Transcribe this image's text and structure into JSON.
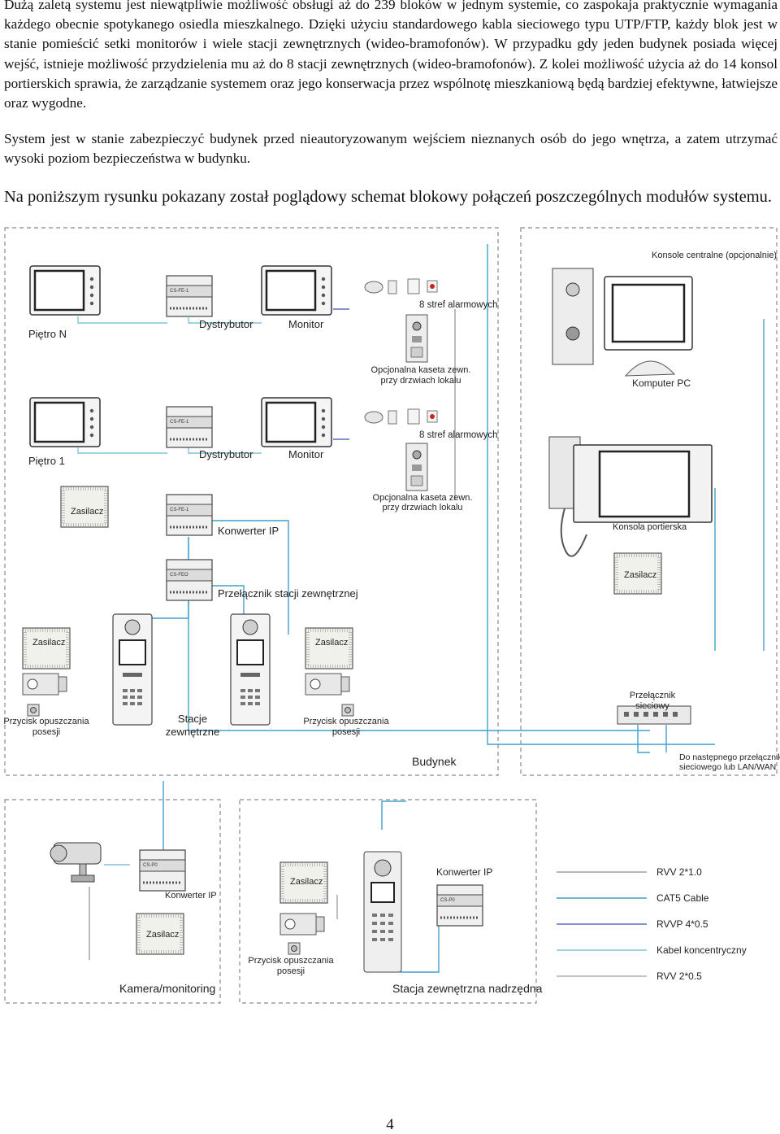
{
  "text": {
    "p1": "Dużą zaletą systemu jest niewątpliwie możliwość obsługi aż do 239 bloków w jednym systemie, co zaspokaja praktycznie wymagania każdego obecnie spotykanego osiedla mieszkalnego. Dzięki użyciu standardowego kabla sieciowego typu UTP/FTP, każdy blok jest w stanie pomieścić setki monitorów i wiele stacji zewnętrznych (wideo-bramofonów). W przypadku gdy jeden budynek posiada więcej wejść, istnieje możliwość przydzielenia mu aż do 8 stacji zewnętrznych (wideo-bramofonów). Z kolei możliwość użycia aż do 14 konsol portierskich sprawia, że zarządzanie systemem oraz jego konserwacja przez wspólnotę mieszkaniową będą bardziej efektywne, łatwiejsze oraz wygodne.",
    "p2": "System jest w stanie zabezpieczyć budynek przed nieautoryzowanym wejściem nieznanych osób do jego wnętrza, a zatem utrzymać wysoki poziom bezpieczeństwa w budynku.",
    "p3": "Na poniższym rysunku pokazany został poglądowy schemat blokowy połączeń poszczególnych modułów systemu."
  },
  "diagram": {
    "floor_n": "Piętro N",
    "floor_1": "Piętro 1",
    "distributor_n": "Dystrybutor",
    "monitor_n": "Monitor",
    "distributor_1": "Dystrybutor",
    "monitor_1": "Monitor",
    "alarm_zones_n": "8 stref alarmowych",
    "alarm_zones_1": "8 stref alarmowych",
    "door_station_n_line1": "Opcjonalna kaseta zewn.",
    "door_station_n_line2": "przy drzwiach lokalu",
    "door_station_1_line1": "Opcjonalna kaseta zewn.",
    "door_station_1_line2": "przy drzwiach lokalu",
    "central_consoles": "Konsole centralne (opcjonalnie)",
    "pc": "Komputer PC",
    "guard_console": "Konsola portierska",
    "psu": "Zasilacz",
    "ip_converter": "Konwerter IP",
    "station_switch": "Przełącznik stacji zewnętrznej",
    "outdoor_stations_line1": "Stacje",
    "outdoor_stations_line2": "zewnętrzne",
    "exit_button_line1": "Przycisk opuszczania",
    "exit_button_line2": "posesji",
    "network_switch_line1": "Przełącznik",
    "network_switch_line2": "sieciowy",
    "building": "Budynek",
    "next_switch_line1": "Do następnego przełącznika",
    "next_switch_line2": "sieciowego lub LAN/WAN",
    "ip_converter_camera": "Konwerter IP",
    "camera": "Kamera/monitoring",
    "master_station": "Stacja zewnętrzna nadrzędna",
    "ip_converter_master": "Konwerter IP",
    "device_code_dist": "CS-FE-1",
    "device_code_ip": "CS-P0",
    "device_code_sw": "CS-FEO"
  },
  "legend": [
    {
      "label": "RVV 2*1.0",
      "color": "#9aa3a8"
    },
    {
      "label": "CAT5 Cable",
      "color": "#3fa0cf"
    },
    {
      "label": "RVVP 4*0.5",
      "color": "#5b6dbf"
    },
    {
      "label": "Kabel koncentryczny",
      "color": "#7fc6d8"
    },
    {
      "label": "RVV 2*0.5",
      "color": "#aab4ba"
    }
  ],
  "colors": {
    "cat5": "#3fa0cf",
    "coax": "#7fc6d8",
    "rvvp": "#5b6dbf",
    "rvv": "#9aa3a8",
    "dashed_frame": "#8a8a8a"
  },
  "page_number": "4"
}
